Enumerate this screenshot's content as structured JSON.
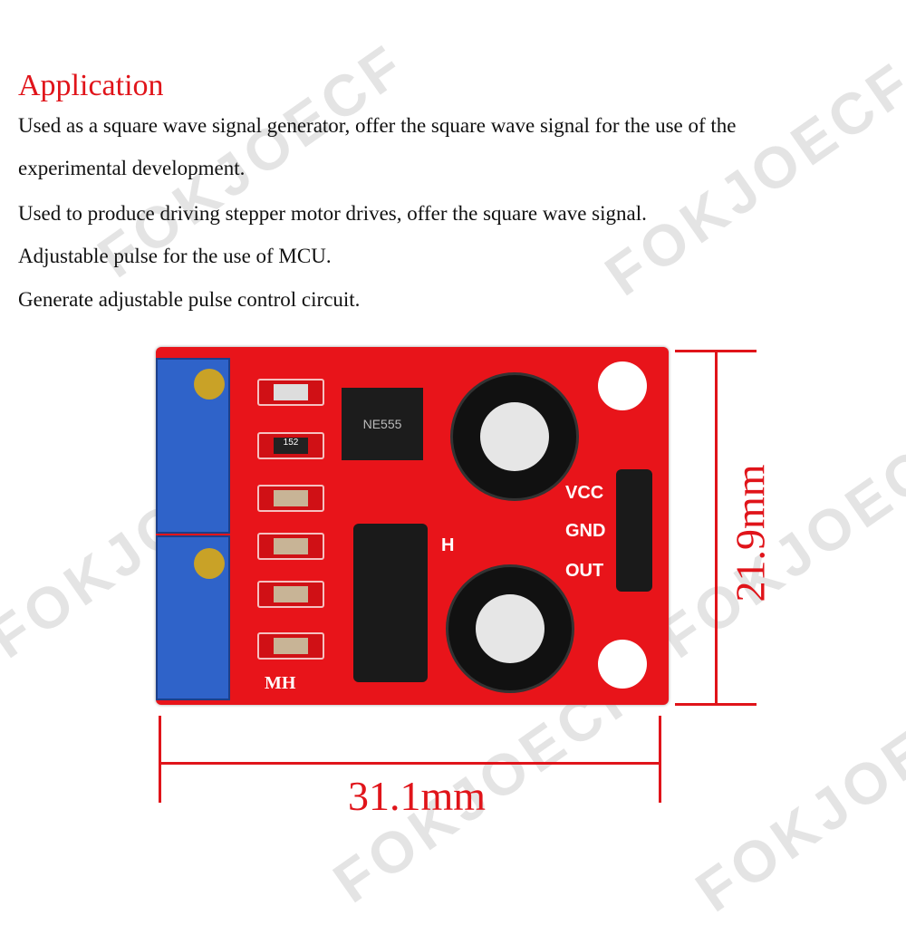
{
  "watermark": "FOKJOECF",
  "title": "Application",
  "lines": [
    "Used as a square wave signal generator, offer the square wave signal for the use of the",
    "experimental development.",
    "Used to produce driving stepper motor drives, offer the square wave signal.",
    "Adjustable pulse for the use of MCU.",
    "Generate adjustable pulse control circuit."
  ],
  "board": {
    "chip": "NE555",
    "resistor": "152",
    "pins": [
      "VCC",
      "GND",
      "OUT"
    ],
    "jumper_label": "H",
    "board_label": "MH"
  },
  "dimensions": {
    "height": "21.9mm",
    "width": "31.1mm"
  },
  "colors": {
    "accent": "#e0141a",
    "board": "#e8141a",
    "potentiometer": "#2f63c9"
  }
}
